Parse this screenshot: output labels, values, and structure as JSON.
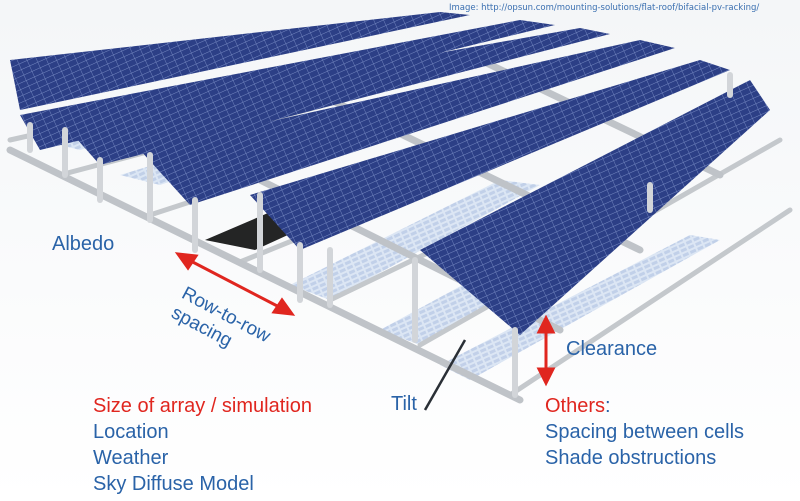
{
  "image_credit": "Image: http://opsun.com/mounting-solutions/flat-roof/bifacial-pv-racking/",
  "labels": {
    "albedo": "Albedo",
    "row_spacing_line1": "Row-to-row",
    "row_spacing_line2": "spacing",
    "clearance": "Clearance",
    "tilt": "Tilt"
  },
  "left_list": {
    "item1": "Size of array / simulation",
    "item2": "Location",
    "item3": "Weather",
    "item4": "Sky Diffuse Model"
  },
  "right_list": {
    "heading": "Others",
    "heading_suffix": ":",
    "item1": "Spacing between cells",
    "item2": "Shade obstructions"
  },
  "colors": {
    "label_blue": "#2a63a8",
    "label_red": "#e0261f",
    "panel_blue": "#2c3f86",
    "frame_gray": "#c9ccd0"
  }
}
